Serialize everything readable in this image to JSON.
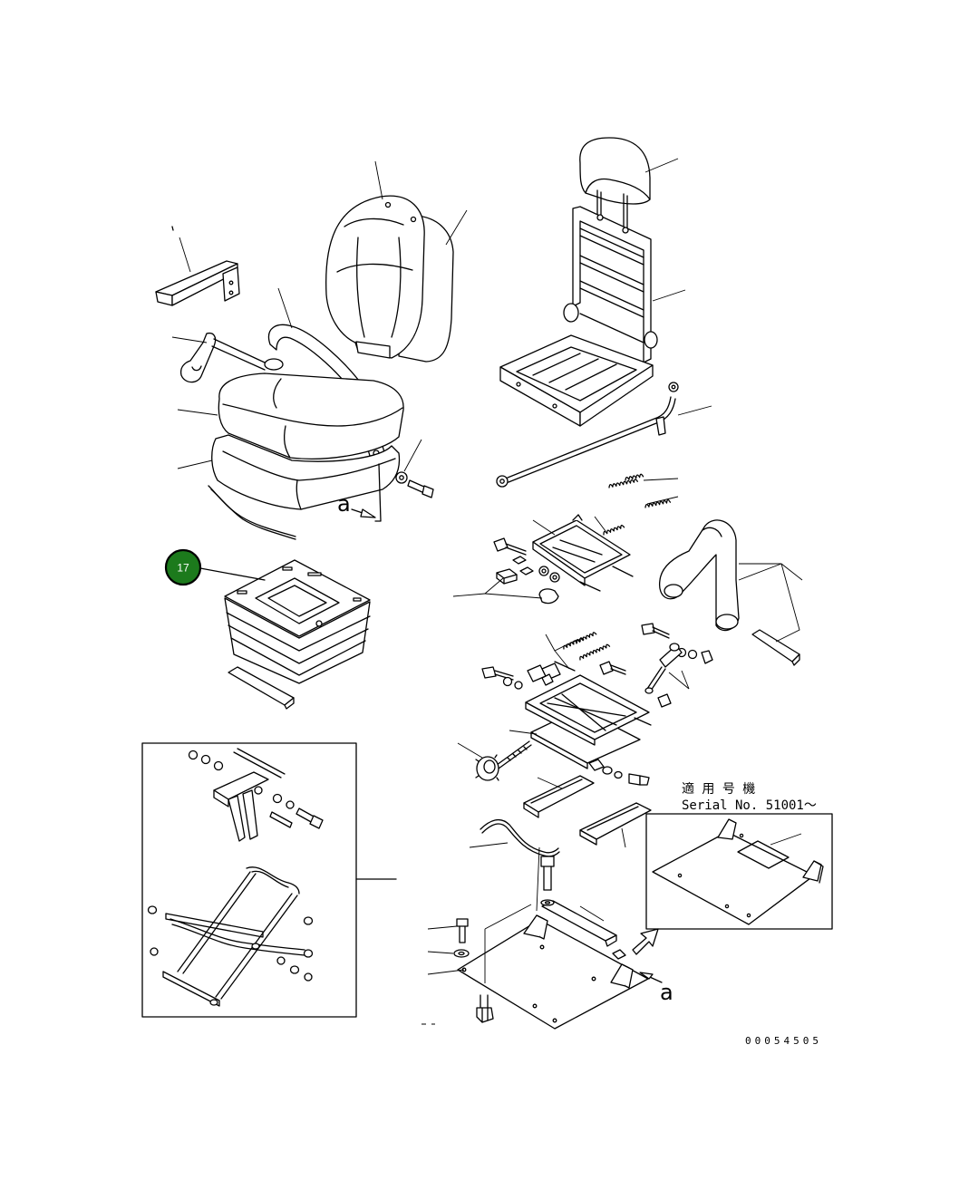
{
  "diagram": {
    "callouts": [
      {
        "label": "17"
      }
    ],
    "reference_marks": [
      "a",
      "a"
    ],
    "applicability_note": {
      "title": "適 用 号 機",
      "serial": "Serial No. 51001～"
    },
    "drawing_number": "00054505"
  },
  "colors": {
    "background": "#ffffff",
    "line": "#000000",
    "callout_fill": "#1c7a1c",
    "callout_text": "#ffffff"
  }
}
